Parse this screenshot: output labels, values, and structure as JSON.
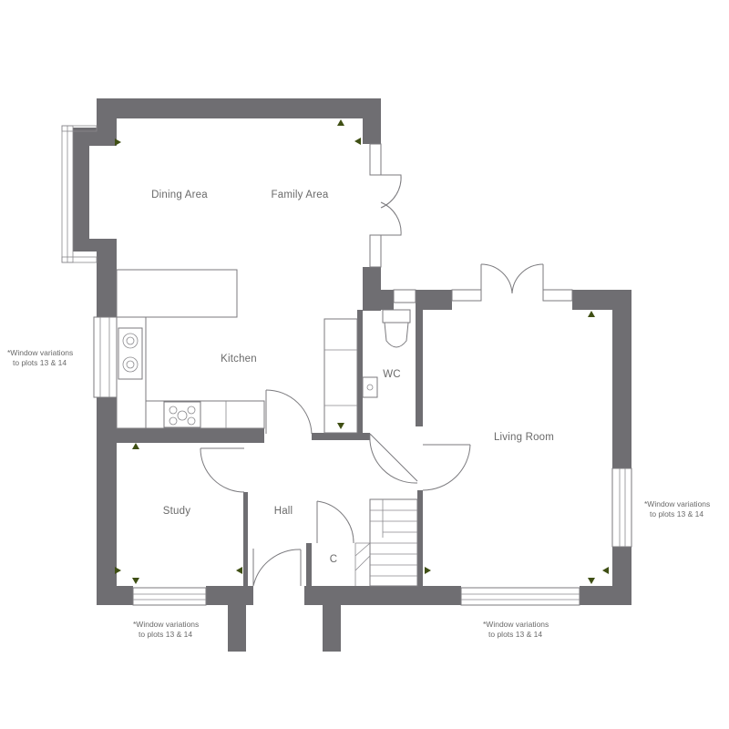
{
  "rooms": {
    "dining": "Dining Area",
    "family": "Family Area",
    "kitchen": "Kitchen",
    "wc": "WC",
    "living": "Living Room",
    "study": "Study",
    "hall": "Hall",
    "cupboard": "C"
  },
  "notes": {
    "line1": "*Window variations",
    "line2": "to plots 13 & 14"
  },
  "colors": {
    "wall": "#6f6e72",
    "marker": "#3f4f14"
  }
}
